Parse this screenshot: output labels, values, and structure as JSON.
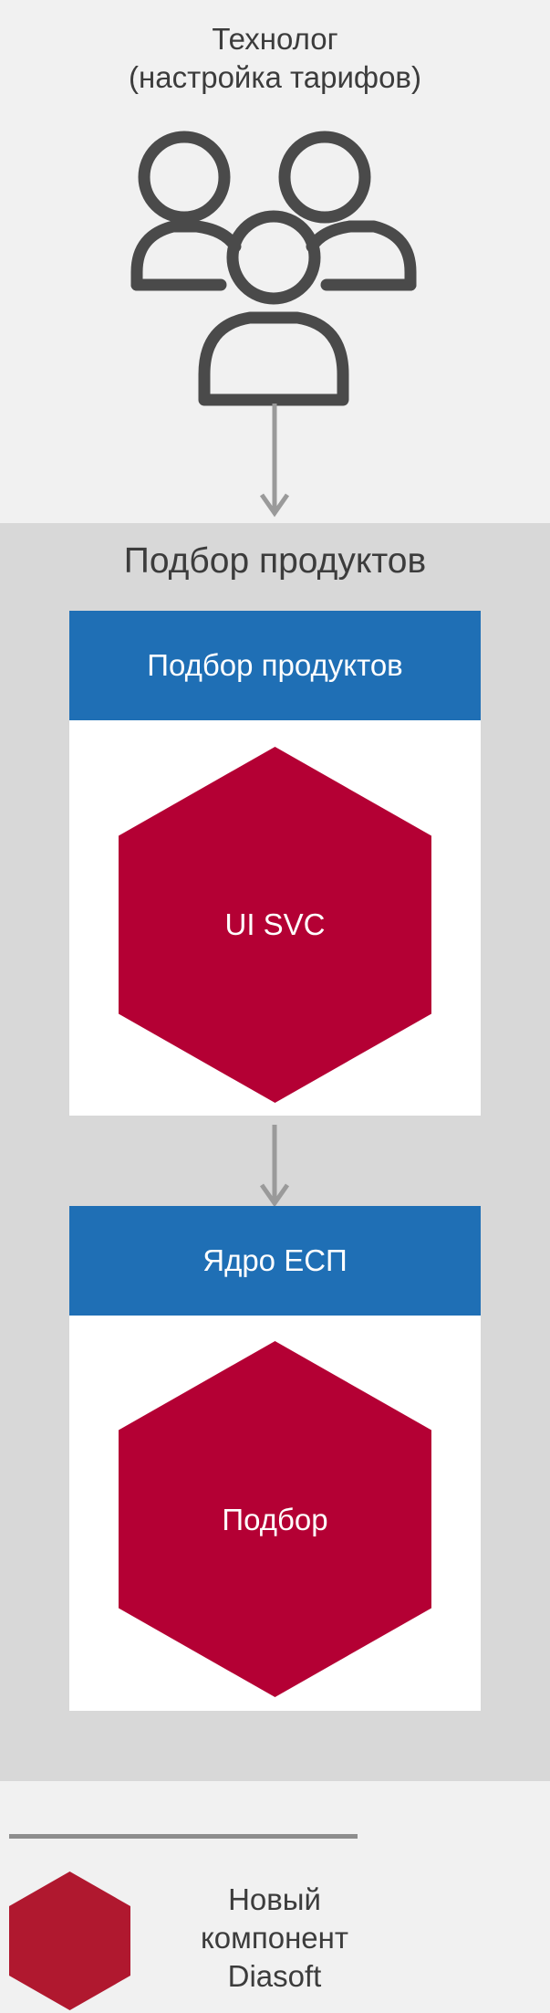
{
  "actor": {
    "line1": "Технолог",
    "line2": "(настройка тарифов)",
    "icon": "users-group-icon"
  },
  "container": {
    "title": "Подбор продуктов"
  },
  "components": [
    {
      "header": "Подбор продуктов",
      "hex_label": "UI SVC"
    },
    {
      "header": "Ядро ЕСП",
      "hex_label": "Подбор"
    }
  ],
  "legend": {
    "line1": "Новый",
    "line2": "компонент",
    "line3": "Diasoft"
  },
  "colors": {
    "background": "#f1f1f1",
    "container": "#d8d8d8",
    "header": "#1f6fb5",
    "hexagon": "#b40034",
    "legend_hexagon": "#b0182f",
    "arrow": "#9a9a9a",
    "text": "#3c3c3c"
  }
}
